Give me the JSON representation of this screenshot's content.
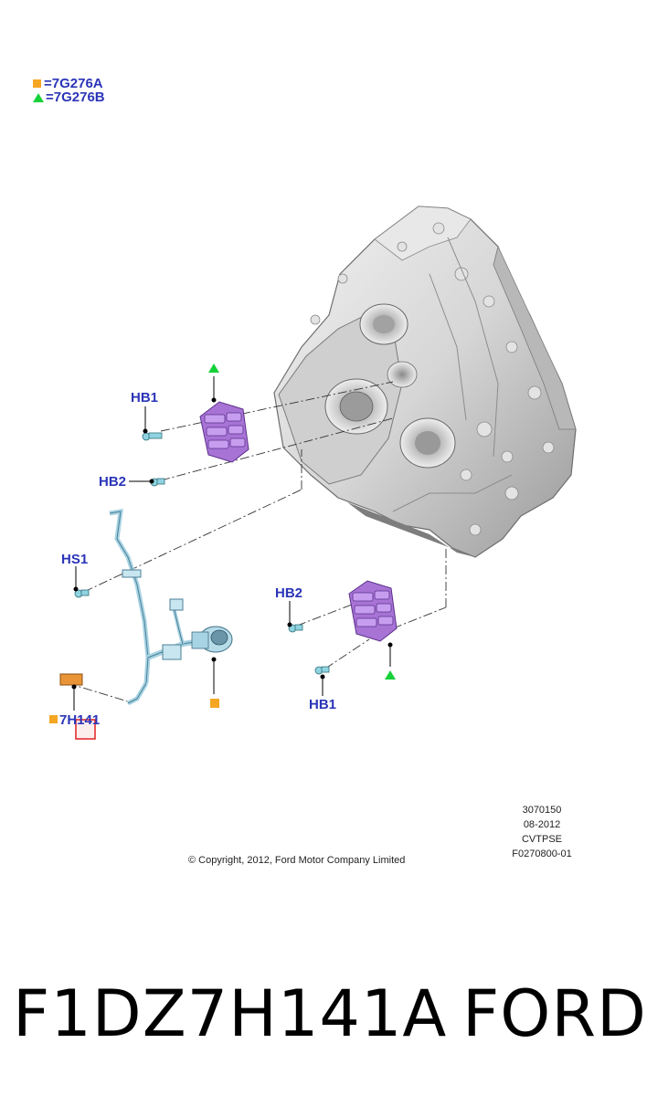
{
  "legend": [
    {
      "marker": "square",
      "color": "#f5a623",
      "text": "=7G276A"
    },
    {
      "marker": "triangle",
      "color": "#17d13a",
      "text": "=7G276B"
    }
  ],
  "callouts": {
    "hb1_top": "HB1",
    "hb2_top": "HB2",
    "hs1": "HS1",
    "hb2_bottom": "HB2",
    "hb1_bottom": "HB1",
    "part_7h141": "7H141"
  },
  "meta": {
    "illustration_number": "3070150",
    "date": "08-2012",
    "model": "CVTPSE",
    "figure_code": "F0270800-01"
  },
  "copyright": "© Copyright, 2012, Ford Motor Company Limited",
  "footer": {
    "part_number": "F1DZ7H141A",
    "brand": "FORD"
  },
  "colors": {
    "callout_text": "#2b35b8",
    "housing": "#d9d9d9",
    "bracket": "#a774d6",
    "harness": "#a8d3e3",
    "highlight": "#e02020",
    "orange_marker": "#f5a623",
    "green_marker": "#17d13a"
  }
}
